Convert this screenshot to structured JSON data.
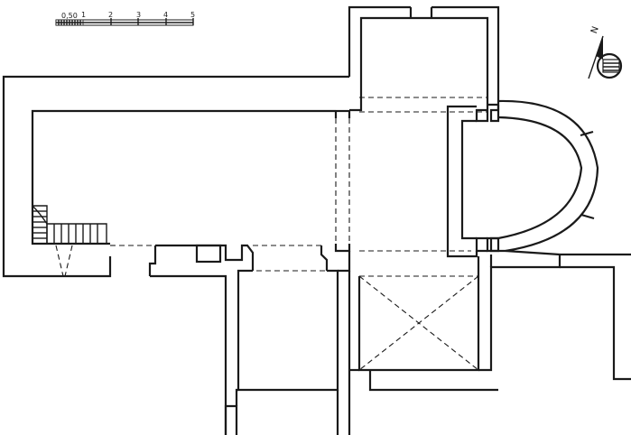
{
  "scale_bar": {
    "ticks": [
      "0,50",
      "1",
      "2",
      "3",
      "4",
      "5"
    ]
  },
  "north_arrow": {
    "label": "N"
  }
}
